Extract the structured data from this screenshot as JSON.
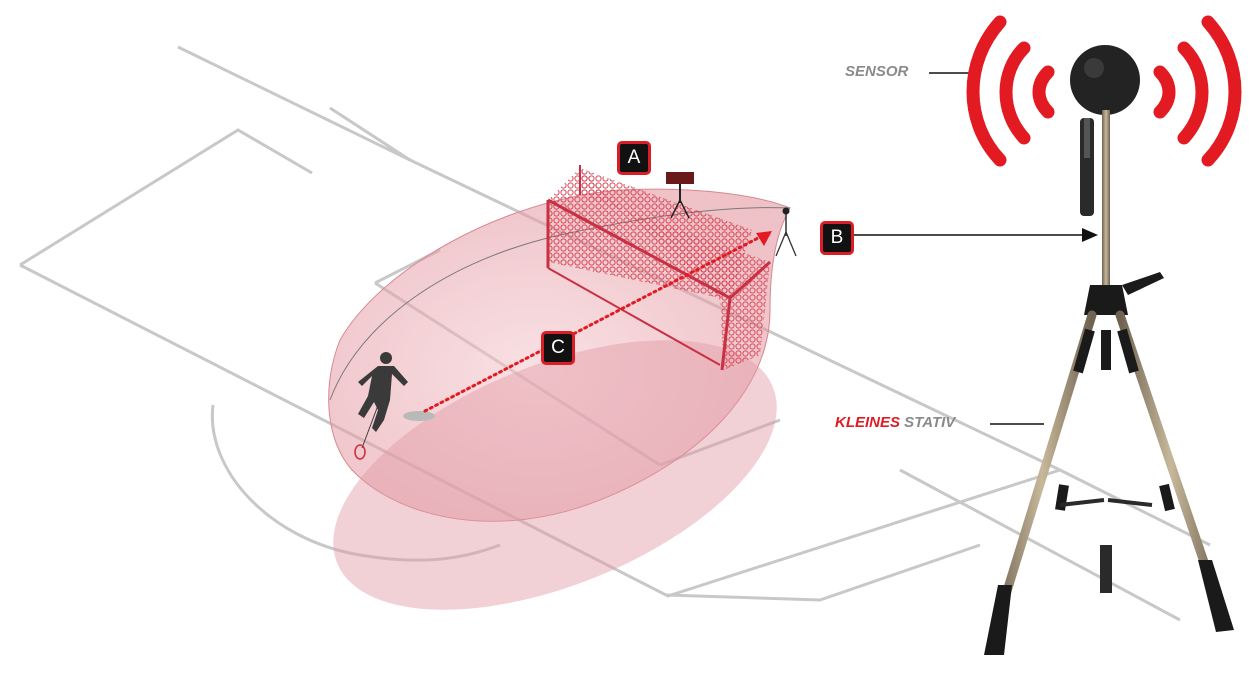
{
  "markers": {
    "a": "A",
    "b": "B",
    "c": "C"
  },
  "labels": {
    "sensor": "SENSOR",
    "stativ_highlight": "KLEINES",
    "stativ_rest": " STATIV"
  },
  "colors": {
    "accent_red": "#e21b23",
    "zone_pink": "#e8a3ab",
    "pitch_lines": "#c8c8c8",
    "label_gray": "#8a8a8a",
    "marker_bg": "#111111"
  },
  "icons": [
    "player-silhouette",
    "goal-net",
    "scoreboard-on-tripod",
    "sensor-on-tripod",
    "sensor-ball",
    "signal-waves"
  ]
}
